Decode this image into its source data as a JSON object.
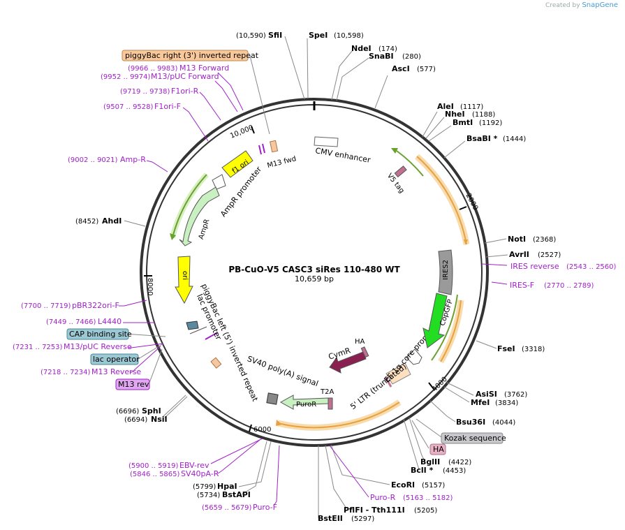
{
  "watermark": {
    "prefix": "Created by",
    "brand": "SnapGene"
  },
  "plasmid": {
    "name": "PB-CuO-V5 CASC3 siRes 110-480 WT",
    "size": "10,659 bp"
  },
  "ruler": [
    "2000",
    "4000",
    "6000",
    "8000",
    "10,000"
  ],
  "enzymes": [
    {
      "name": "SfiI",
      "pos": "(10,590)"
    },
    {
      "name": "SpeI",
      "pos": "(10,598)"
    },
    {
      "name": "NdeI",
      "pos": "(174)"
    },
    {
      "name": "SnaBI",
      "pos": "(280)"
    },
    {
      "name": "AscI",
      "pos": "(577)"
    },
    {
      "name": "AleI",
      "pos": "(1117)"
    },
    {
      "name": "NheI",
      "pos": "(1188)"
    },
    {
      "name": "BmtI",
      "pos": "(1192)"
    },
    {
      "name": "BsaBI *",
      "pos": "(1444)"
    },
    {
      "name": "NotI",
      "pos": "(2368)"
    },
    {
      "name": "AvrII",
      "pos": "(2527)"
    },
    {
      "name": "FseI",
      "pos": "(3318)"
    },
    {
      "name": "AsiSI",
      "pos": "(3762)"
    },
    {
      "name": "MfeI",
      "pos": "(3834)"
    },
    {
      "name": "Bsu36I",
      "pos": "(4044)"
    },
    {
      "name": "BglII",
      "pos": "(4422)"
    },
    {
      "name": "BclI *",
      "pos": "(4453)"
    },
    {
      "name": "EcoRI",
      "pos": "(5157)"
    },
    {
      "name": "PflFI - Tth111I",
      "pos": "(5205)"
    },
    {
      "name": "BstEII",
      "pos": "(5297)"
    },
    {
      "name": "HpaI",
      "pos": "(5799)"
    },
    {
      "name": "BstAPI",
      "pos": "(5734)"
    },
    {
      "name": "SphI",
      "pos": "(6696)"
    },
    {
      "name": "NsiI",
      "pos": "(6694)"
    },
    {
      "name": "AhdI",
      "pos": "(8452)"
    }
  ],
  "primers": [
    {
      "name": "M13 Forward",
      "pos": "(9966 .. 9983)"
    },
    {
      "name": "M13/pUC Forward",
      "pos": "(9952 .. 9974)"
    },
    {
      "name": "F1ori-R",
      "pos": "(9719 .. 9738)"
    },
    {
      "name": "F1ori-F",
      "pos": "(9507 .. 9528)"
    },
    {
      "name": "Amp-R",
      "pos": "(9002 .. 9021)"
    },
    {
      "name": "pBR322ori-F",
      "pos": "(7700 .. 7719)"
    },
    {
      "name": "L4440",
      "pos": "(7449 .. 7466)"
    },
    {
      "name": "M13/pUC Reverse",
      "pos": "(7231 .. 7253)"
    },
    {
      "name": "M13 Reverse",
      "pos": "(7218 .. 7234)"
    },
    {
      "name": "IRES reverse",
      "pos": "(2543 .. 2560)"
    },
    {
      "name": "IRES-F",
      "pos": "(2770 .. 2789)"
    },
    {
      "name": "Puro-R",
      "pos": "(5163 .. 5182)"
    },
    {
      "name": "EBV-rev",
      "pos": "(5900 .. 5919)"
    },
    {
      "name": "SV40pA-R",
      "pos": "(5846 .. 5865)"
    },
    {
      "name": "Puro-F",
      "pos": "(5659 .. 5679)"
    }
  ],
  "boxed_labels": [
    "piggyBac right (3') inverted repeat",
    "CAP binding site",
    "lac operator",
    "M13 rev",
    "Kozak sequence",
    "HA"
  ],
  "features": [
    "CMV enhancer",
    "M13 fwd",
    "f1 ori",
    "AmpR promoter",
    "AmpR",
    "ori",
    "piggyBac left (5') inverted repeat",
    "lac promoter",
    "SV40 poly(A) signal",
    "PuroR",
    "T2A",
    "5' LTR (truncated)",
    "EF-1α core promoter",
    "CymR",
    "HA",
    "CopGFP",
    "IRES2",
    "V5 tag"
  ],
  "colors": {
    "ring": "#333333",
    "enzyme": "#000000",
    "primer": "#a020c8",
    "feature_orange": "#e8a040",
    "feature_green": "#6aa030",
    "ampr": "#c8f0c0",
    "f1ori": "#ffff00",
    "ori": "#ffff00",
    "copgfp": "#22dd22",
    "cymr": "#8a2050",
    "ires2": "#9a9a9a"
  }
}
